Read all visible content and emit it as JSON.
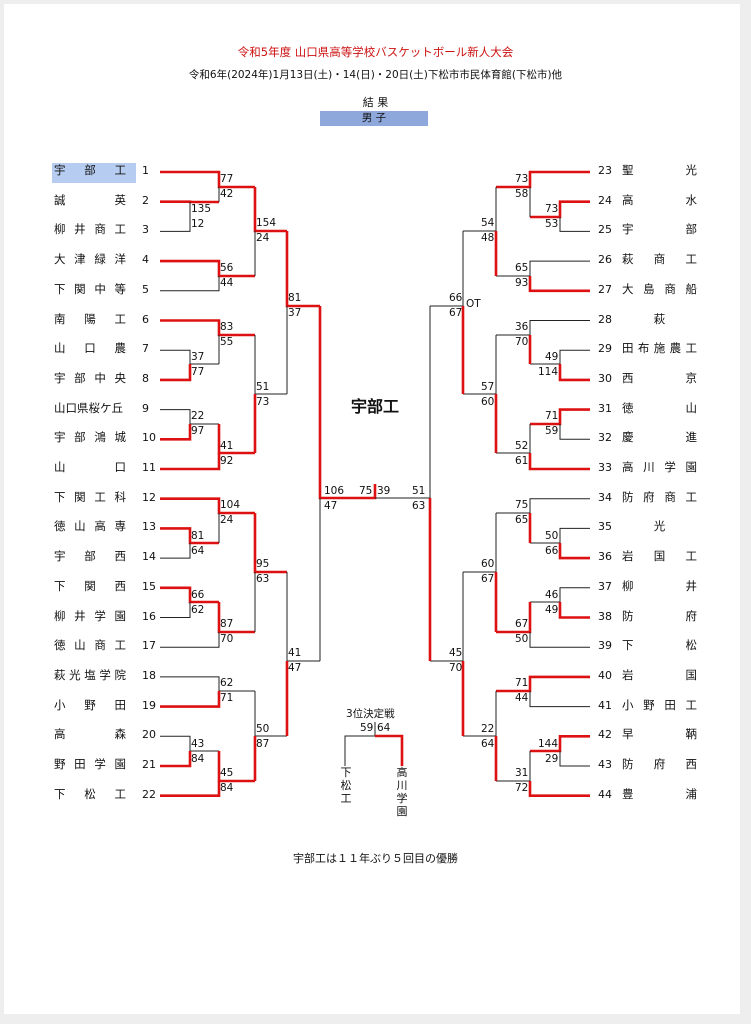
{
  "header": {
    "title": "令和5年度 山口県高等学校バスケットボール新人大会",
    "subtitle": "令和6年(2024年)1月13日(土)・14(日)・20日(土)下松市市民体育館(下松市)他",
    "results_label": "結 果",
    "division": "男 子"
  },
  "champion": "宇部工",
  "colors": {
    "winner_line": "#dd1111",
    "loser_line": "#222222",
    "title": "#cc1111",
    "highlight": "#a9c4ee"
  },
  "left_teams": [
    {
      "seed": "1",
      "name": "宇部工"
    },
    {
      "seed": "2",
      "name": "誠英"
    },
    {
      "seed": "3",
      "name": "柳井商工"
    },
    {
      "seed": "4",
      "name": "大津緑洋"
    },
    {
      "seed": "5",
      "name": "下関中等"
    },
    {
      "seed": "6",
      "name": "南陽工"
    },
    {
      "seed": "7",
      "name": "山口農"
    },
    {
      "seed": "8",
      "name": "宇部中央"
    },
    {
      "seed": "9",
      "name": "山口県桜ケ丘"
    },
    {
      "seed": "10",
      "name": "宇部鴻城"
    },
    {
      "seed": "11",
      "name": "山口"
    },
    {
      "seed": "12",
      "name": "下関工科"
    },
    {
      "seed": "13",
      "name": "徳山高専"
    },
    {
      "seed": "14",
      "name": "宇部西"
    },
    {
      "seed": "15",
      "name": "下関西"
    },
    {
      "seed": "16",
      "name": "柳井学園"
    },
    {
      "seed": "17",
      "name": "徳山商工"
    },
    {
      "seed": "18",
      "name": "萩光塩学院"
    },
    {
      "seed": "19",
      "name": "小野田"
    },
    {
      "seed": "20",
      "name": "高森"
    },
    {
      "seed": "21",
      "name": "野田学園"
    },
    {
      "seed": "22",
      "name": "下松工"
    }
  ],
  "right_teams": [
    {
      "seed": "23",
      "name": "聖光"
    },
    {
      "seed": "24",
      "name": "高水"
    },
    {
      "seed": "25",
      "name": "宇部"
    },
    {
      "seed": "26",
      "name": "萩商工"
    },
    {
      "seed": "27",
      "name": "大島商船"
    },
    {
      "seed": "28",
      "name": "萩"
    },
    {
      "seed": "29",
      "name": "田布施農工"
    },
    {
      "seed": "30",
      "name": "西京"
    },
    {
      "seed": "31",
      "name": "徳山"
    },
    {
      "seed": "32",
      "name": "慶進"
    },
    {
      "seed": "33",
      "name": "高川学園"
    },
    {
      "seed": "34",
      "name": "防府商工"
    },
    {
      "seed": "35",
      "name": "光"
    },
    {
      "seed": "36",
      "name": "岩国工"
    },
    {
      "seed": "37",
      "name": "柳井"
    },
    {
      "seed": "38",
      "name": "防府"
    },
    {
      "seed": "39",
      "name": "下松"
    },
    {
      "seed": "40",
      "name": "岩国"
    },
    {
      "seed": "41",
      "name": "小野田工"
    },
    {
      "seed": "42",
      "name": "早鞆"
    },
    {
      "seed": "43",
      "name": "防府西"
    },
    {
      "seed": "44",
      "name": "豊浦"
    }
  ],
  "scores": [
    "135",
    "12",
    "37",
    "77",
    "22",
    "97",
    "81",
    "64",
    "66",
    "62",
    "43",
    "84",
    "77",
    "42",
    "56",
    "44",
    "83",
    "55",
    "41",
    "92",
    "104",
    "24",
    "87",
    "70",
    "62",
    "71",
    "45",
    "84",
    "154",
    "24",
    "51",
    "73",
    "95",
    "63",
    "50",
    "87",
    "81",
    "37",
    "41",
    "47",
    "106",
    "47",
    "75",
    "39",
    "73",
    "58",
    "65",
    "93",
    "49",
    "114",
    "71",
    "59",
    "50",
    "66",
    "46",
    "49",
    "144",
    "29",
    "73",
    "53",
    "36",
    "70",
    "52",
    "61",
    "75",
    "65",
    "67",
    "50",
    "71",
    "44",
    "31",
    "72",
    "54",
    "48",
    "57",
    "60",
    "60",
    "67",
    "22",
    "64",
    "66",
    "67",
    "45",
    "70",
    "51",
    "63"
  ],
  "overtime_mark": "OT",
  "third_place": {
    "label": "3位決定戦",
    "score_left": "59",
    "score_right": "64",
    "team_left": "下松工",
    "team_right": "高川学園"
  },
  "footer_note": "宇部工は１１年ぶり５回目の優勝"
}
